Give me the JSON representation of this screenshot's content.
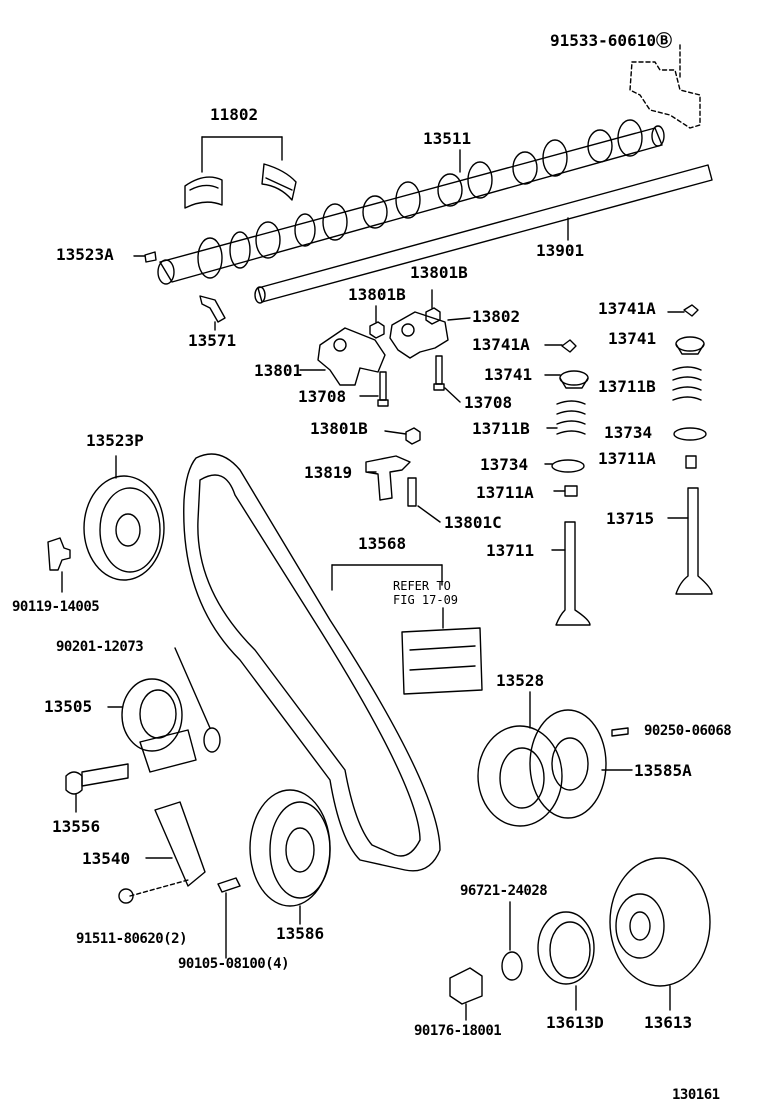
{
  "diagram": {
    "labels": {
      "p91533": "91533-60610Ⓑ",
      "p11802": "11802",
      "p13511": "13511",
      "p13901": "13901",
      "p13523A": "13523A",
      "p13571": "13571",
      "p13801B_a": "13801B",
      "p13801B_b": "13801B",
      "p13802": "13802",
      "p13741A_a": "13741A",
      "p13741A_b": "13741A",
      "p13741_a": "13741",
      "p13741_b": "13741",
      "p13801": "13801",
      "p13708_a": "13708",
      "p13708_b": "13708",
      "p13711B_a": "13711B",
      "p13711B_b": "13711B",
      "p13734_a": "13734",
      "p13734_b": "13734",
      "p13801B_c": "13801B",
      "p13523P": "13523P",
      "p13819": "13819",
      "p13711A_a": "13711A",
      "p13711A_b": "13711A",
      "p13801C": "13801C",
      "p13715": "13715",
      "p13568": "13568",
      "p13711": "13711",
      "p90119": "90119-14005",
      "p90201": "90201-12073",
      "p13505": "13505",
      "p13528": "13528",
      "p90250": "90250-06068",
      "p13585A": "13585A",
      "p13556": "13556",
      "p13540": "13540",
      "p96721": "96721-24028",
      "p91511": "91511-80620(2)",
      "p13586": "13586",
      "p90105": "90105-08100(4)",
      "p90176": "90176-18001",
      "p13613D": "13613D",
      "p13613": "13613",
      "refer1": "REFER TO",
      "refer2": "FIG 17-09",
      "figno": "130161"
    }
  }
}
